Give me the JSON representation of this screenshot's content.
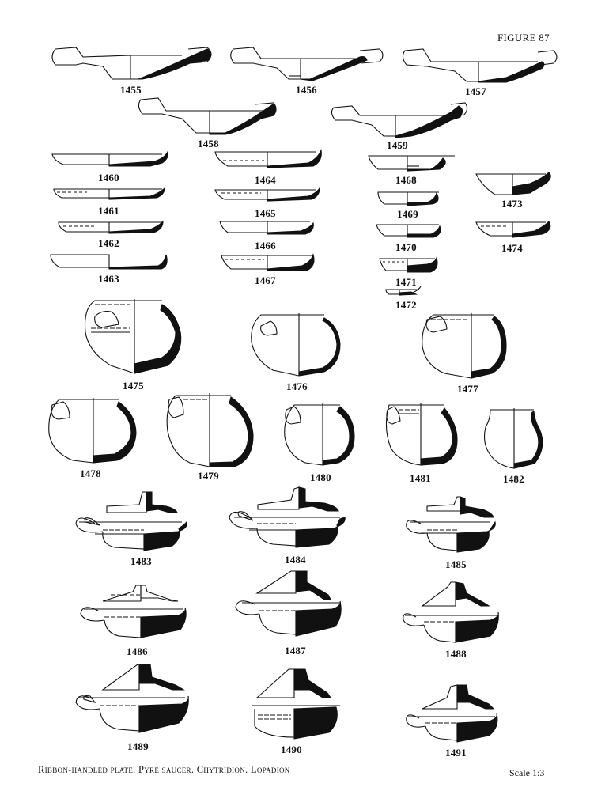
{
  "figure_title": "FIGURE 87",
  "caption": "Ribbon-handled plate. Pyre saucer. Chytridion. Lopadion",
  "scale": "Scale 1:3",
  "catalog_numbers": [
    "1455",
    "1456",
    "1457",
    "1458",
    "1459",
    "1460",
    "1461",
    "1462",
    "1463",
    "1464",
    "1465",
    "1466",
    "1467",
    "1468",
    "1469",
    "1470",
    "1471",
    "1472",
    "1473",
    "1474",
    "1475",
    "1476",
    "1477",
    "1478",
    "1479",
    "1480",
    "1481",
    "1482",
    "1483",
    "1484",
    "1485",
    "1486",
    "1487",
    "1488",
    "1489",
    "1490",
    "1491"
  ],
  "colors": {
    "ink": "#111111",
    "paper": "#ffffff"
  }
}
